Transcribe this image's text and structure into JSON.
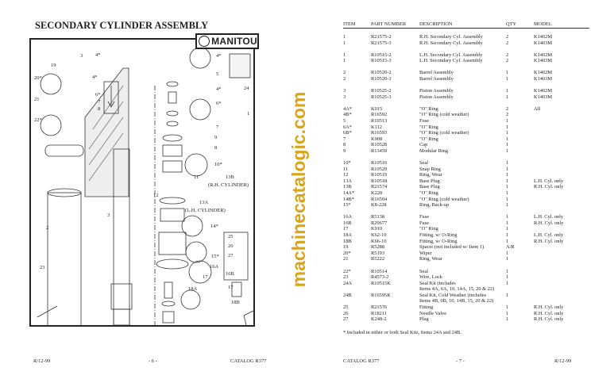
{
  "left_page": {
    "title": "SECONDARY CYLINDER ASSEMBLY",
    "logo_text": "MANITOU",
    "callouts": [
      "4*",
      "3",
      "19",
      "20*",
      "4*",
      "6*",
      "7",
      "8",
      "21",
      "22*",
      "4*",
      "5",
      "4*",
      "6*",
      "24",
      "1",
      "7",
      "9",
      "8",
      "10*",
      "11",
      "13B",
      "(R.H. CYLINDER)",
      "12",
      "13A",
      "(L.H. CYLINDER)",
      "2",
      "3",
      "14*",
      "25",
      "26",
      "27",
      "15*",
      "16A",
      "17",
      "16B",
      "17",
      "18A",
      "18B",
      "23"
    ],
    "footer": {
      "left": "R/12-99",
      "center": "- 6 -",
      "right": "CATALOG R377"
    }
  },
  "watermark": "machinecatalogic.com",
  "right_page": {
    "headers": {
      "item": "ITEM",
      "part": "PART NUMBER",
      "desc": "DESCRIPTION",
      "qty": "QTY",
      "model": "MODEL"
    },
    "groups": [
      [
        [
          "1",
          "R21575-2",
          "R.H. Secondary Cyl. Assembly",
          "2",
          "K1402M"
        ],
        [
          "1",
          "R21575-3",
          "R.H. Secondary Cyl. Assembly",
          "2",
          "K1403M"
        ]
      ],
      [
        [
          "1",
          "R10515-2",
          "L.H. Secondary Cyl. Assembly",
          "2",
          "K1402M"
        ],
        [
          "1",
          "R10515-3",
          "L.H. Secondary Cyl. Assembly",
          "2",
          "K1403M"
        ]
      ],
      [
        [
          "2",
          "R10520-2",
          "Barrel Assembly",
          "1",
          "K1402M"
        ],
        [
          "2",
          "R10520-3",
          "Barrel Assembly",
          "1",
          "K1403M"
        ]
      ],
      [
        [
          "3",
          "R10525-2",
          "Piston Assembly",
          "1",
          "K1402M"
        ],
        [
          "3",
          "R10525-3",
          "Piston Assembly",
          "1",
          "K1403M"
        ]
      ],
      [
        [
          "4A*",
          "K015",
          "\"O\" Ring",
          "2",
          "All"
        ],
        [
          "4B*",
          "R16592",
          "\"O\" Ring (cold weather)",
          "2",
          ""
        ],
        [
          "5",
          "R10513",
          "Fuse",
          "1",
          ""
        ],
        [
          "6A*",
          "K112",
          "\"O\" Ring",
          "1",
          ""
        ],
        [
          "6B*",
          "R16593",
          "\"O\" Ring (cold weather)",
          "1",
          ""
        ],
        [
          "7",
          "K908",
          "\"O\" Ring",
          "1",
          ""
        ],
        [
          "8",
          "R10528",
          "Cap",
          "1",
          ""
        ],
        [
          "9",
          "R13459",
          "Modular Ring",
          "1",
          ""
        ]
      ],
      [
        [
          "10*",
          "R10516",
          "Seal",
          "1",
          ""
        ],
        [
          "11",
          "R10529",
          "Snap Ring",
          "1",
          ""
        ],
        [
          "12",
          "R10519",
          "Ring, Wear",
          "1",
          ""
        ],
        [
          "13A",
          "R10518",
          "Base Plug",
          "1",
          "L.H. Cyl. only"
        ],
        [
          "13B",
          "R21574",
          "Base Plug",
          "1",
          "R.H. Cyl. only"
        ],
        [
          "14A*",
          "K228",
          "\"O\" Ring",
          "1",
          ""
        ],
        [
          "14B*",
          "R16594",
          "\"O\" Ring (cold weather)",
          "1",
          ""
        ],
        [
          "15*",
          "K8-228",
          "Ring, Back-up",
          "1",
          ""
        ]
      ],
      [
        [
          "16A",
          "R5138",
          "Fuse",
          "1",
          "L.H. Cyl. only"
        ],
        [
          "16B",
          "R20677",
          "Fuse",
          "1",
          "R.H. Cyl. only"
        ],
        [
          "17",
          "K910",
          "\"O\" Ring",
          "1",
          ""
        ],
        [
          "18A",
          "K62-10",
          "Fitting, w/ O-Ring",
          "1",
          "L.H. Cyl. only"
        ],
        [
          "18B",
          "K66-10",
          "Fitting, w/ O-Ring",
          "1",
          "R.H. Cyl. only"
        ],
        [
          "19",
          "R5288",
          "Spacer (not included w/ Item 1)",
          "A/R",
          ""
        ],
        [
          "20*",
          "R5193",
          "Wiper",
          "1",
          ""
        ],
        [
          "21",
          "R5222",
          "Ring, Wear",
          "1",
          ""
        ]
      ],
      [
        [
          "22*",
          "R10514",
          "Seal",
          "1",
          ""
        ],
        [
          "23",
          "R4573-2",
          "Wire, Lock",
          "1",
          ""
        ],
        [
          "24A",
          "R10515K",
          "Seal Kit (includes",
          "1",
          ""
        ],
        [
          "",
          "",
          "Items 4A, 6A, 10, 14A, 15, 20 & 22)",
          "",
          ""
        ],
        [
          "24B",
          "R16595K",
          "Seal Kit, Cold Weather (includes",
          "1",
          ""
        ],
        [
          "",
          "",
          "Items 4B, 6B, 10, 14B, 15, 20 & 22)",
          "",
          ""
        ],
        [
          "25",
          "R21576",
          "Fitting",
          "1",
          "R.H. Cyl. only"
        ],
        [
          "26",
          "R18211",
          "Needle Valve",
          "1",
          "R.H. Cyl. only"
        ],
        [
          "27",
          "K248-2",
          "Plug",
          "1",
          "R.H. Cyl. only"
        ]
      ]
    ],
    "note": "* Included in either or both Seal Kits, Items 24A and 24B.",
    "footer": {
      "left": "CATALOG R377",
      "center": "- 7 -",
      "right": "R/12-99"
    }
  }
}
